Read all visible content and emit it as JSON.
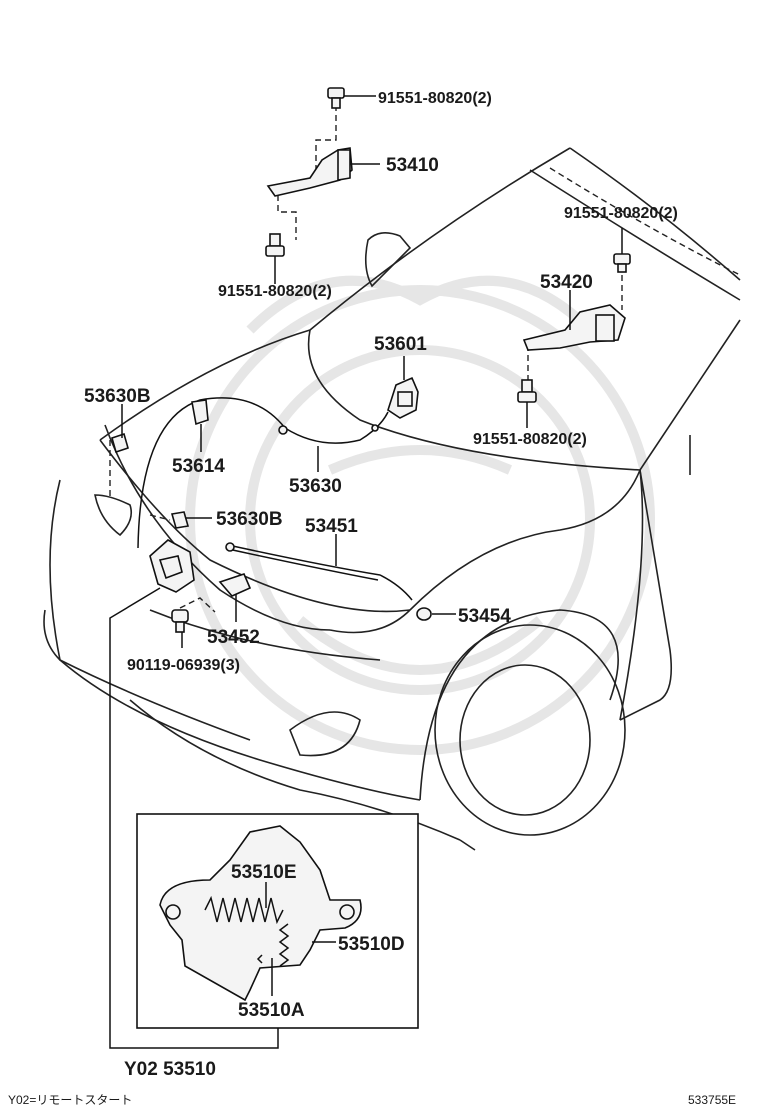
{
  "parts": {
    "bolt_top": "91551-80820(2)",
    "hinge_left": "53410",
    "bolt_right_top": "91551-80820(2)",
    "hinge_right": "53420",
    "bolt_left_bottom": "91551-80820(2)",
    "switch": "53601",
    "bolt_right_bottom": "91551-80820(2)",
    "clamp_left": "53630B",
    "bracket": "53614",
    "cable": "53630",
    "clamp_lower": "53630B",
    "support_rod": "53451",
    "rod_holder": "53452",
    "grommet": "53454",
    "lock_bolt": "90119-06939(3)"
  },
  "inset": {
    "spring_e": "53510E",
    "spring_d": "53510D",
    "sub_a": "53510A",
    "assembly_code": "Y02 53510"
  },
  "footer": {
    "note": "Y02=リモートスタート",
    "diagram_id": "533755E"
  }
}
